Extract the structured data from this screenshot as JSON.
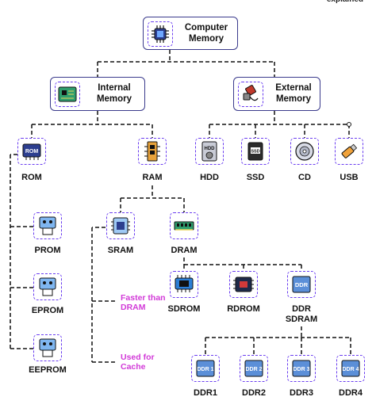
{
  "header": {
    "brand": "explained"
  },
  "root": {
    "label_line1": "Computer",
    "label_line2": "Memory",
    "icon": "cpu-chip-icon"
  },
  "internal": {
    "label_line1": "Internal",
    "label_line2": "Memory",
    "icon": "circuit-board-icon"
  },
  "external": {
    "label_line1": "External",
    "label_line2": "Memory",
    "icon": "usb-cable-icon"
  },
  "internal_children": {
    "rom": {
      "label": "ROM",
      "icon": "rom-chip-icon"
    },
    "ram": {
      "label": "RAM",
      "icon": "ram-stick-icon"
    }
  },
  "external_children": [
    {
      "label": "HDD",
      "icon": "hdd-icon"
    },
    {
      "label": "SSD",
      "icon": "ssd-icon"
    },
    {
      "label": "CD",
      "icon": "cd-icon"
    },
    {
      "label": "USB",
      "icon": "usb-drive-icon"
    }
  ],
  "rom_children": [
    {
      "label": "PROM",
      "icon": "prom-chip-icon"
    },
    {
      "label": "EPROM",
      "icon": "eprom-chip-icon"
    },
    {
      "label": "EEPROM",
      "icon": "eeprom-chip-icon"
    }
  ],
  "ram_children": {
    "sram": {
      "label": "SRAM",
      "icon": "sram-chip-icon"
    },
    "dram": {
      "label": "DRAM",
      "icon": "dram-stick-icon"
    }
  },
  "dram_children": [
    {
      "label": "SDROM",
      "icon": "sdram-chip-icon"
    },
    {
      "label": "RDROM",
      "icon": "rdram-chip-icon"
    },
    {
      "label_line1": "DDR",
      "label_line2": "SDRAM",
      "icon": "ddr-chip-icon"
    }
  ],
  "ddr_children": [
    {
      "label": "DDR1",
      "chip": "DDR 1",
      "icon": "ddr1-chip-icon"
    },
    {
      "label": "DDR2",
      "chip": "DDR 2",
      "icon": "ddr2-chip-icon"
    },
    {
      "label": "DDR3",
      "chip": "DDR 3",
      "icon": "ddr3-chip-icon"
    },
    {
      "label": "DDR4",
      "chip": "DDR 4",
      "icon": "ddr4-chip-icon"
    }
  ],
  "ddr_chip_text": "DDR",
  "notes": {
    "faster": {
      "line1": "Faster than",
      "line2": "DRAM"
    },
    "cache": {
      "line1": "Used for",
      "line2": "Cache"
    }
  },
  "colors": {
    "border": "#3a3a8c",
    "dashed": "#6a3df0",
    "note": "#d23ad8",
    "connector": "#111111"
  }
}
